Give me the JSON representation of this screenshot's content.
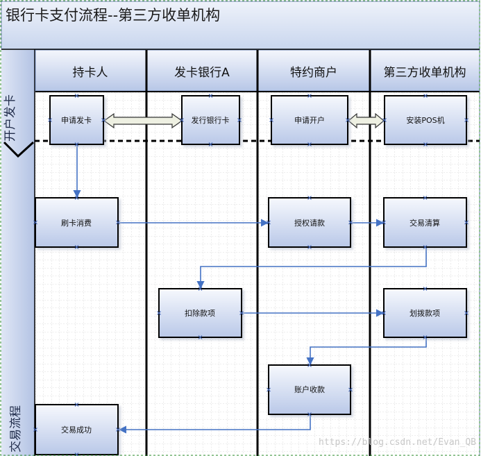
{
  "diagram": {
    "title": "银行卡支付流程--第三方收单机构",
    "lanes": [
      "持卡人",
      "发卡银行A",
      "特约商户",
      "第三方收单机构"
    ],
    "phases": [
      "开户发卡",
      "交易流程"
    ],
    "nodes": {
      "apply_card": "申请发卡",
      "issue_card": "发行银行卡",
      "apply_account": "申请开户",
      "install_pos": "安装POS机",
      "swipe_card": "刷卡消费",
      "authorize": "授权请款",
      "clearing": "交易清算",
      "deduct": "扣除款项",
      "transfer": "划拨款项",
      "receive": "账户收款",
      "success": "交易成功"
    },
    "watermark": "https://blog.csdn.net/Evan_QB"
  },
  "colors": {
    "node_fill_top": "#f4f6fc",
    "node_fill_bottom": "#bccbea",
    "lane_header_top": "#f2f5fb",
    "lane_header_bottom": "#b8c8e8",
    "arrow": "#4472c4",
    "grid": "#c4c4c4",
    "border": "#000000"
  }
}
